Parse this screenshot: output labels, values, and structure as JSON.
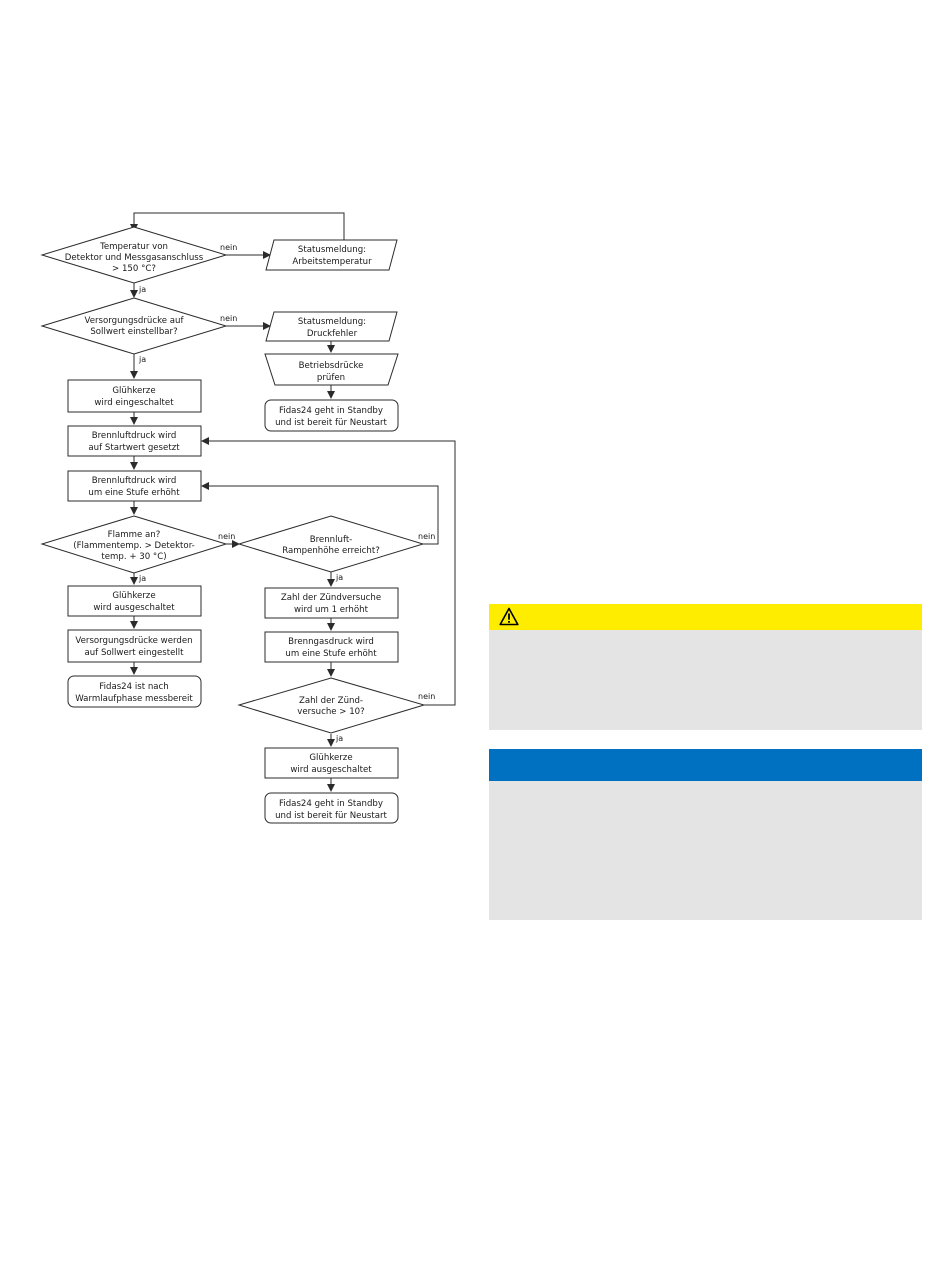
{
  "flowchart": {
    "nodes": {
      "n1": [
        "Temperatur von",
        "Detektor und Messgasanschluss",
        "> 150 °C?"
      ],
      "n2": [
        "Statusmeldung:",
        "Arbeitstemperatur"
      ],
      "n3": [
        "Versorgungsdrücke auf",
        "Sollwert einstellbar?"
      ],
      "n4": [
        "Statusmeldung:",
        "Druckfehler"
      ],
      "n5": [
        "Betriebsdrücke",
        "prüfen"
      ],
      "n6": [
        "Fidas24 geht in Standby",
        "und ist bereit für Neustart"
      ],
      "n7": [
        "Glühkerze",
        "wird eingeschaltet"
      ],
      "n8": [
        "Brennluftdruck wird",
        "auf Startwert gesetzt"
      ],
      "n9": [
        "Brennluftdruck wird",
        "um eine Stufe erhöht"
      ],
      "n10": [
        "Flamme an?",
        "(Flammentemp. > Detektor-",
        "temp. + 30 °C)"
      ],
      "n11": [
        "Brennluft-",
        "Rampenhöhe erreicht?"
      ],
      "n12": [
        "Glühkerze",
        "wird ausgeschaltet"
      ],
      "n13": [
        "Zahl der Zündversuche",
        "wird um 1 erhöht"
      ],
      "n14": [
        "Versorgungsdrücke werden",
        "auf Sollwert eingestellt"
      ],
      "n15": [
        "Brenngasdruck wird",
        "um eine Stufe erhöht"
      ],
      "n16": [
        "Fidas24 ist nach",
        "Warmlaufphase messbereit"
      ],
      "n17": [
        "Zahl der Zünd-",
        "versuche > 10?"
      ],
      "n18": [
        "Glühkerze",
        "wird ausgeschaltet"
      ],
      "n19": [
        "Fidas24 geht in Standby",
        "und ist bereit für Neustart"
      ]
    },
    "labels": {
      "n1_no": "nein",
      "n1_yes": "ja",
      "n3_no": "nein",
      "n3_yes": "ja",
      "n10_no": "nein",
      "n10_yes": "ja",
      "n11_no": "nein",
      "n11_yes": "ja",
      "n17_no": "nein",
      "n17_yes": "ja"
    },
    "colors": {
      "stroke": "#2b2b2b",
      "text": "#1a1a1a"
    }
  },
  "warning_box": {
    "icon": "warning-triangle-icon",
    "header_color": "#ffed00",
    "body_color": "#e4e4e4"
  },
  "info_box": {
    "header_color": "#0070c0",
    "body_color": "#e4e4e4"
  }
}
